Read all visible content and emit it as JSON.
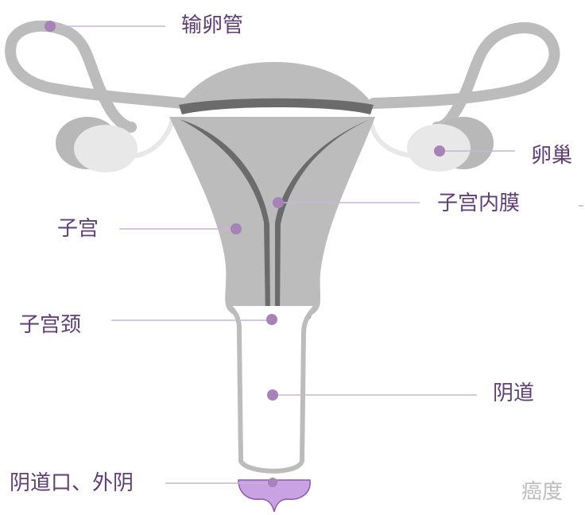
{
  "labels": {
    "fallopian_tube": "输卵管",
    "ovary": "卵巢",
    "endometrium": "子宫内膜",
    "uterus": "子宫",
    "cervix": "子宫颈",
    "vagina": "阴道",
    "vaginal_opening": "阴道口、外阴"
  },
  "watermark": "癌度",
  "colors": {
    "organ_gray": "#bcbcbc",
    "dark_lining": "#6b6b6b",
    "ovary_fill": "#e8e8e8",
    "vulva_purple": "#c9a2e3",
    "marker_dot": "#a782b8",
    "leader_line": "#c9b3d4",
    "label_text": "#5e3d7a"
  }
}
